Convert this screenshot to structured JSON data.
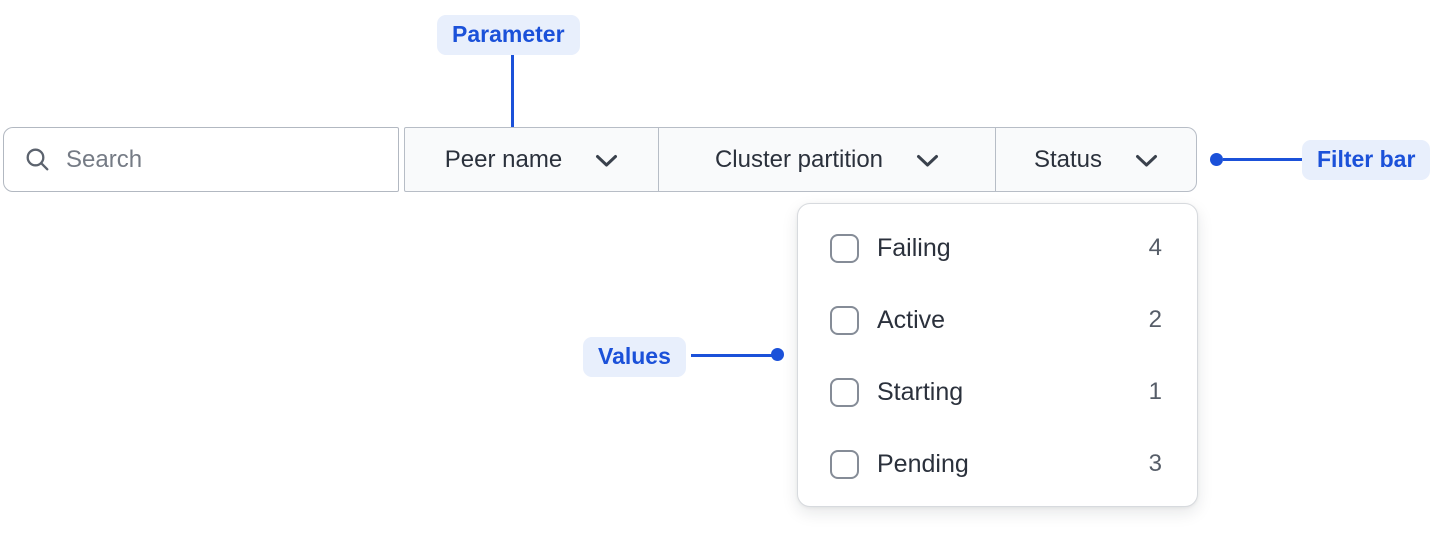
{
  "annotations": {
    "parameter_label": "Parameter",
    "filter_bar_label": "Filter bar",
    "values_label": "Values",
    "accent_color": "#1b51d9",
    "badge_background": "#e8effc"
  },
  "filter_bar": {
    "search": {
      "value": "",
      "placeholder": "Search"
    },
    "dropdowns": [
      {
        "label": "Peer name"
      },
      {
        "label": "Cluster partition"
      },
      {
        "label": "Status"
      }
    ]
  },
  "status_dropdown": {
    "options": [
      {
        "label": "Failing",
        "count": "4",
        "checked": false
      },
      {
        "label": "Active",
        "count": "2",
        "checked": false
      },
      {
        "label": "Starting",
        "count": "1",
        "checked": false
      },
      {
        "label": "Pending",
        "count": "3",
        "checked": false
      }
    ]
  }
}
